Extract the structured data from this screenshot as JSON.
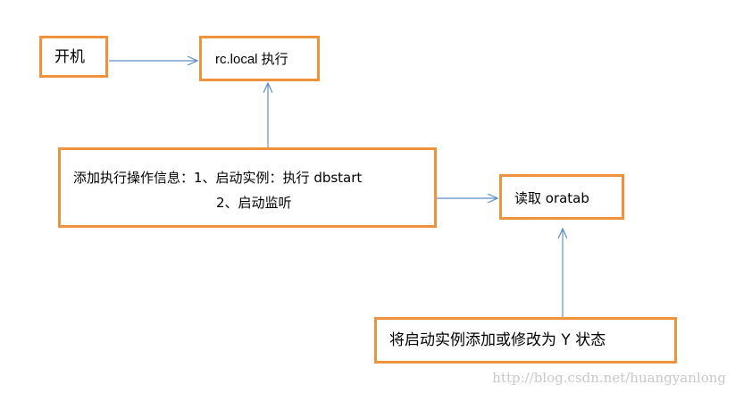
{
  "nodes": {
    "boot": {
      "label": "开机"
    },
    "rclocal": {
      "label": "rc.local 执行"
    },
    "add_ops": {
      "line1": "添加执行操作信息：1、启动实例：执行 dbstart",
      "line2": "2、启动监听"
    },
    "read_oratab": {
      "label": "读取 oratab"
    },
    "set_y": {
      "label": "将启动实例添加或修改为 Y 状态"
    }
  },
  "edges": [
    {
      "from": "boot",
      "to": "rclocal"
    },
    {
      "from": "add_ops",
      "to": "rclocal"
    },
    {
      "from": "add_ops",
      "to": "read_oratab"
    },
    {
      "from": "set_y",
      "to": "read_oratab"
    }
  ],
  "colors": {
    "box_border": "#f0923c",
    "arrow": "#5b8ec7",
    "text": "#000000",
    "watermark": "#c8c8c8"
  },
  "watermark": "http://blog.csdn.net/huangyanlong"
}
